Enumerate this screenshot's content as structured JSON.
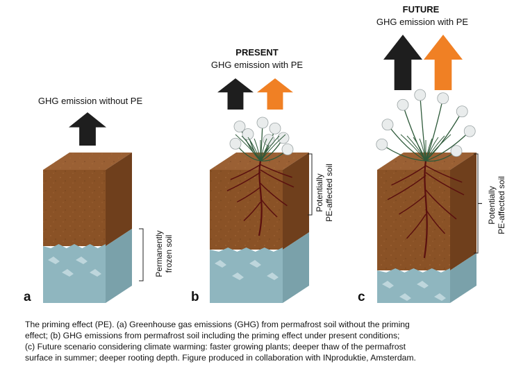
{
  "panels": {
    "a": {
      "letter": "a",
      "heading": "GHG emission without PE",
      "side_label_1": "Permanently",
      "side_label_2": "frozen soil"
    },
    "b": {
      "letter": "b",
      "title": "PRESENT",
      "subtitle": "GHG emission with PE",
      "side_label_1": "Potentially",
      "side_label_2": "PE-affected soil"
    },
    "c": {
      "letter": "c",
      "title": "FUTURE",
      "subtitle": "GHG emission with PE",
      "side_label_1": "Potentially",
      "side_label_2": "PE-affected soil"
    }
  },
  "colors": {
    "soil_front": "#8a5226",
    "soil_side": "#6f3f1c",
    "soil_top": "#9a6034",
    "ice_front": "#8fb6bf",
    "ice_side": "#7aa1aa",
    "arrow_dark": "#1e1e1e",
    "arrow_orange": "#f08024",
    "roots": "#5a0f0f",
    "grass": "#2e5a3a"
  },
  "caption": [
    "The priming effect (PE). (a) Greenhouse gas emissions (GHG) from permafrost soil without the priming",
    "effect; (b) GHG emissions from permafrost soil including the priming effect under present conditions;",
    "(c) Future scenario considering climate warming: faster growing plants; deeper thaw of the permafrost",
    "surface in summer; deeper rooting depth. Figure produced in collaboration with INproduktie, Amsterdam."
  ]
}
